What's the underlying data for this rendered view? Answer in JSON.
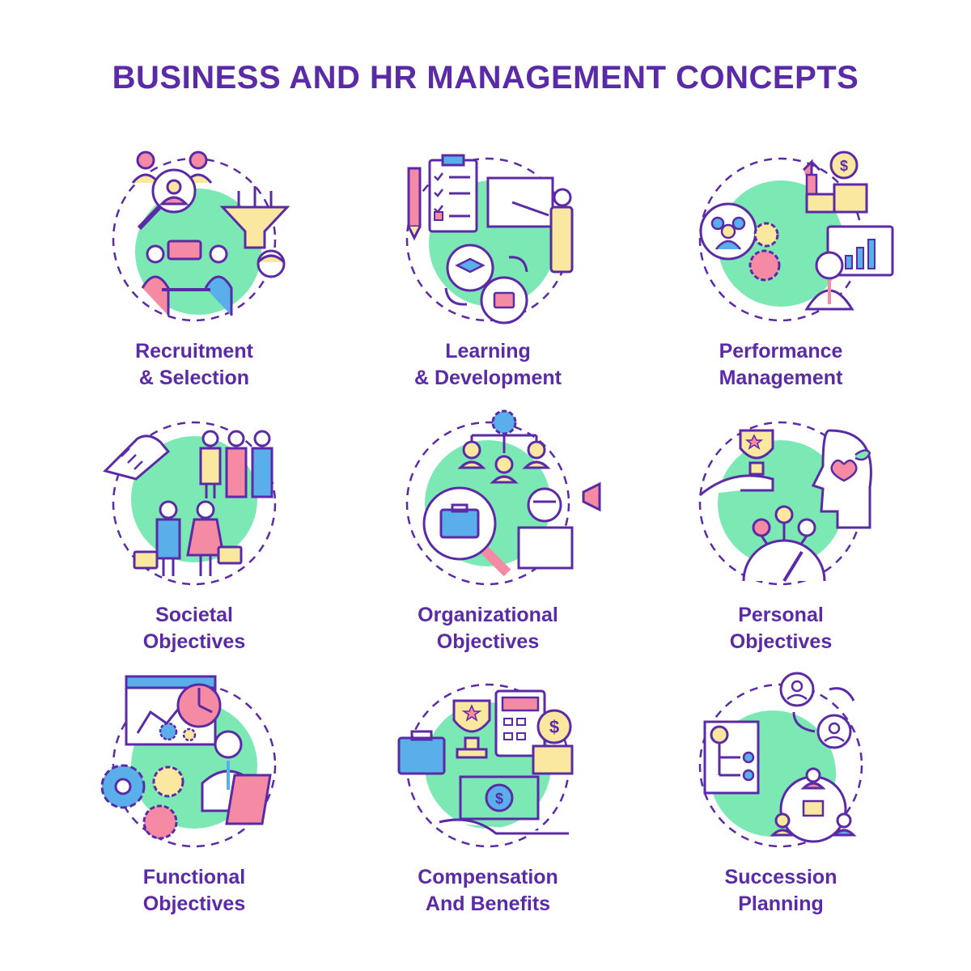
{
  "title": "BUSINESS AND HR MANAGEMENT CONCEPTS",
  "colors": {
    "outline": "#5b2aa6",
    "mint": "#7ce8b4",
    "pink": "#f48aa4",
    "yellow": "#fbe8a0",
    "blue": "#5aaeea",
    "white": "#ffffff"
  },
  "concepts": [
    {
      "line1": "Recruitment",
      "line2": "& Selection",
      "icon": "recruitment-icon"
    },
    {
      "line1": "Learning",
      "line2": "& Development",
      "icon": "learning-icon"
    },
    {
      "line1": "Performance",
      "line2": "Management",
      "icon": "performance-icon"
    },
    {
      "line1": "Societal",
      "line2": "Objectives",
      "icon": "societal-icon"
    },
    {
      "line1": "Organizational",
      "line2": "Objectives",
      "icon": "organizational-icon"
    },
    {
      "line1": "Personal",
      "line2": "Objectives",
      "icon": "personal-icon"
    },
    {
      "line1": "Functional",
      "line2": "Objectives",
      "icon": "functional-icon"
    },
    {
      "line1": "Compensation",
      "line2": "And Benefits",
      "icon": "compensation-icon"
    },
    {
      "line1": "Succession",
      "line2": "Planning",
      "icon": "succession-icon"
    }
  ]
}
